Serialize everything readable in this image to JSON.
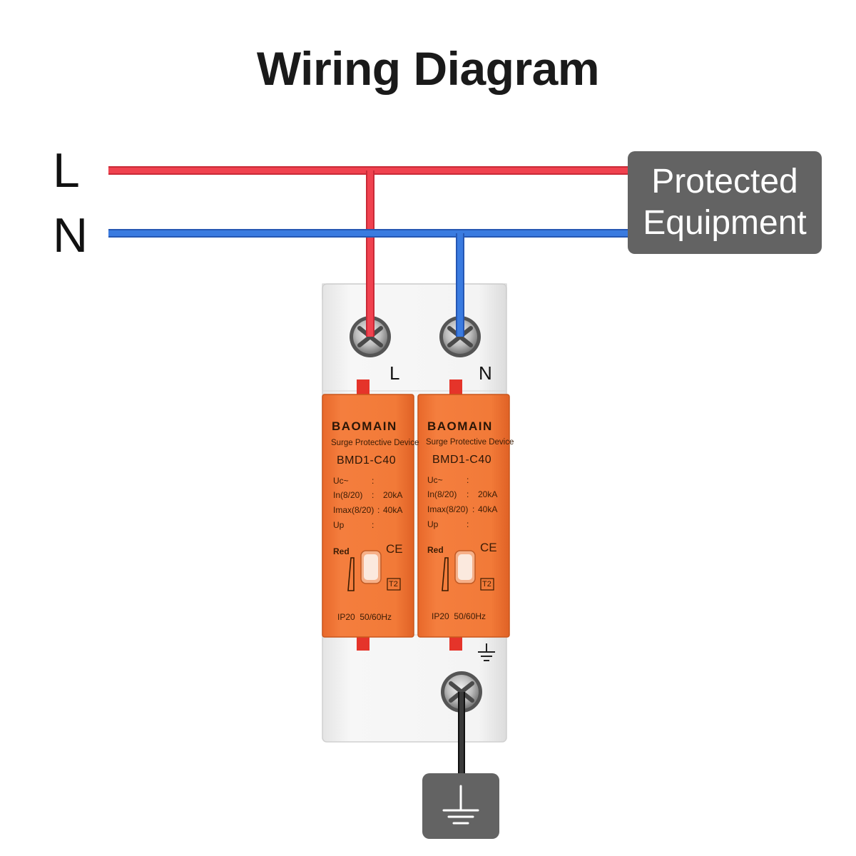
{
  "title": "Wiring Diagram",
  "lines": {
    "live": "L",
    "neutral": "N"
  },
  "equipment": {
    "line1": "Protected",
    "line2": "Equipment"
  },
  "terminals": {
    "live": "L",
    "neutral": "N"
  },
  "modules": [
    {
      "brand": "BAOMAIN",
      "subtitle": "Surge Protective Device",
      "model": "BMD1-C40",
      "specs": [
        {
          "label": "Uc~",
          "sep": ":",
          "value": ""
        },
        {
          "label": "In(8/20)",
          "sep": ":",
          "value": "20kA"
        },
        {
          "label": "Imax(8/20)",
          "sep": ":",
          "value": "40kA"
        },
        {
          "label": "Up",
          "sep": ":",
          "value": ""
        }
      ],
      "indicator": "Red",
      "cert": "CE",
      "type": "T2",
      "rating": "IP20  50/60Hz"
    },
    {
      "brand": "BAOMAIN",
      "subtitle": "Surge Protective Device",
      "model": "BMD1-C40",
      "specs": [
        {
          "label": "Uc~",
          "sep": ":",
          "value": ""
        },
        {
          "label": "In(8/20)",
          "sep": ":",
          "value": "20kA"
        },
        {
          "label": "Imax(8/20)",
          "sep": ":",
          "value": "40kA"
        },
        {
          "label": "Up",
          "sep": ":",
          "value": ""
        }
      ],
      "indicator": "Red",
      "cert": "CE",
      "type": "T2",
      "rating": "IP20  50/60Hz"
    }
  ],
  "colors": {
    "live": "#f0424f",
    "neutral": "#3a7be0",
    "ground_wire": "#2a2a2a",
    "module": "#f07a38",
    "box": "#636363",
    "housing": "#f1f1f1"
  },
  "icons": {
    "ground": "ground-icon",
    "screw": "screw-icon"
  }
}
